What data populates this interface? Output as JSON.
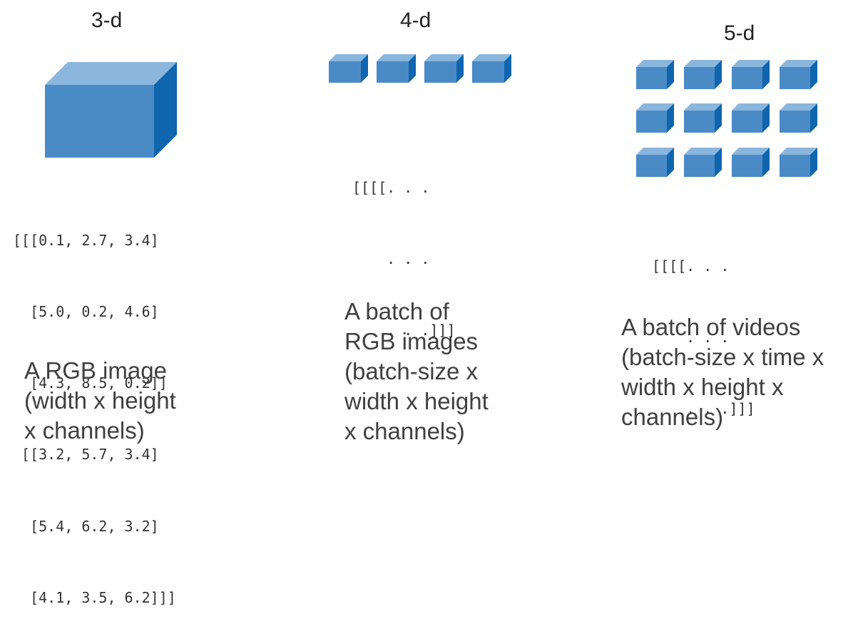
{
  "columns": [
    {
      "title": "3-d",
      "code_lines": [
        "[[[0.1, 2.7, 3.4]",
        "  [5.0, 0.2, 4.6]",
        "  [4.3, 8.5, 0.2]]",
        " [[3.2, 5.7, 3.4]",
        "  [5.4, 6.2, 3.2]",
        "  [4.1, 3.5, 6.2]]]"
      ],
      "caption_lines": [
        "A RGB image",
        "(width x height",
        "x channels)"
      ],
      "grid": {
        "rows": 1,
        "cols": 1
      }
    },
    {
      "title": "4-d",
      "code_lines": [
        "[[[[. . .",
        "    . . .",
        "    . . .]]]"
      ],
      "caption_lines": [
        "A batch of",
        "RGB images",
        "(batch-size x",
        "width x height",
        "x channels)"
      ],
      "grid": {
        "rows": 1,
        "cols": 4
      }
    },
    {
      "title": "5-d",
      "code_lines": [
        "[[[[. . .",
        "    . . .",
        "    . . .]]]"
      ],
      "caption_lines": [
        "A batch of videos",
        "(batch-size x time x",
        "width x height x",
        "channels)"
      ],
      "grid": {
        "rows": 3,
        "cols": 4
      }
    }
  ],
  "colors": {
    "cube_front": "#4a8ac6",
    "cube_top": "#8ab6dd",
    "cube_side": "#0f65ae",
    "text": "#404040"
  }
}
